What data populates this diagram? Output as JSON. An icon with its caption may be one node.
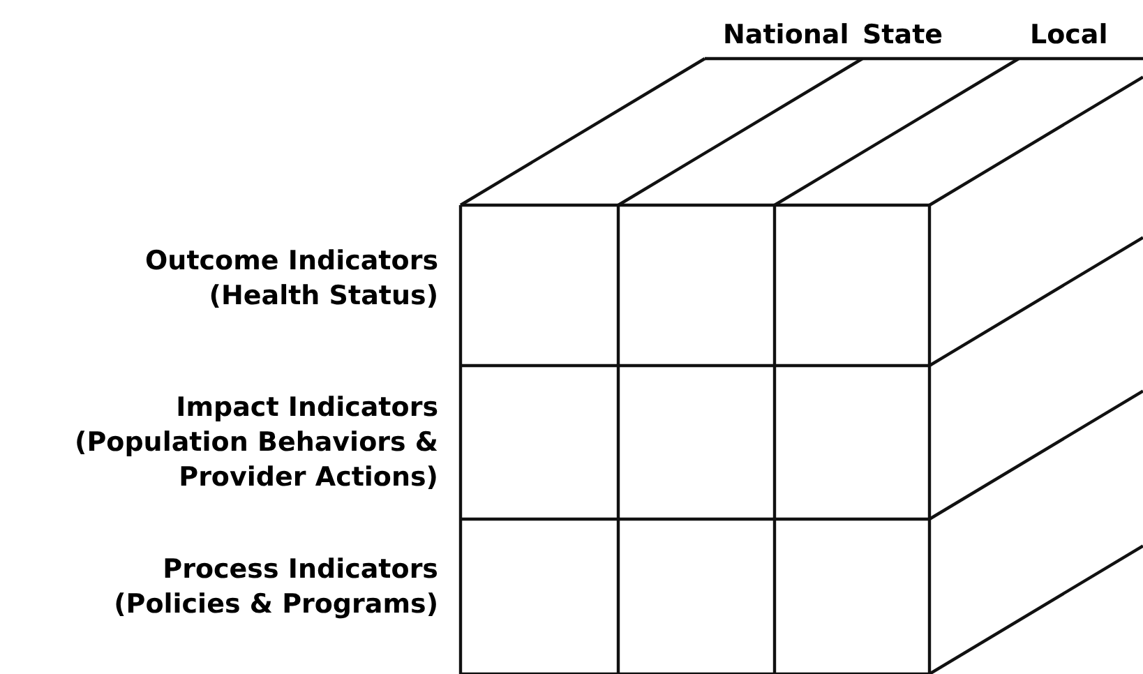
{
  "diagram": {
    "labels": [
      "National",
      "State",
      "Local",
      "Outcome Indicators",
      "(Health Status)",
      "Impact Indicators",
      "(Population Behaviors & Provider Actions)",
      "Process Indicators",
      "(Policies & Programs)"
    ]
  }
}
